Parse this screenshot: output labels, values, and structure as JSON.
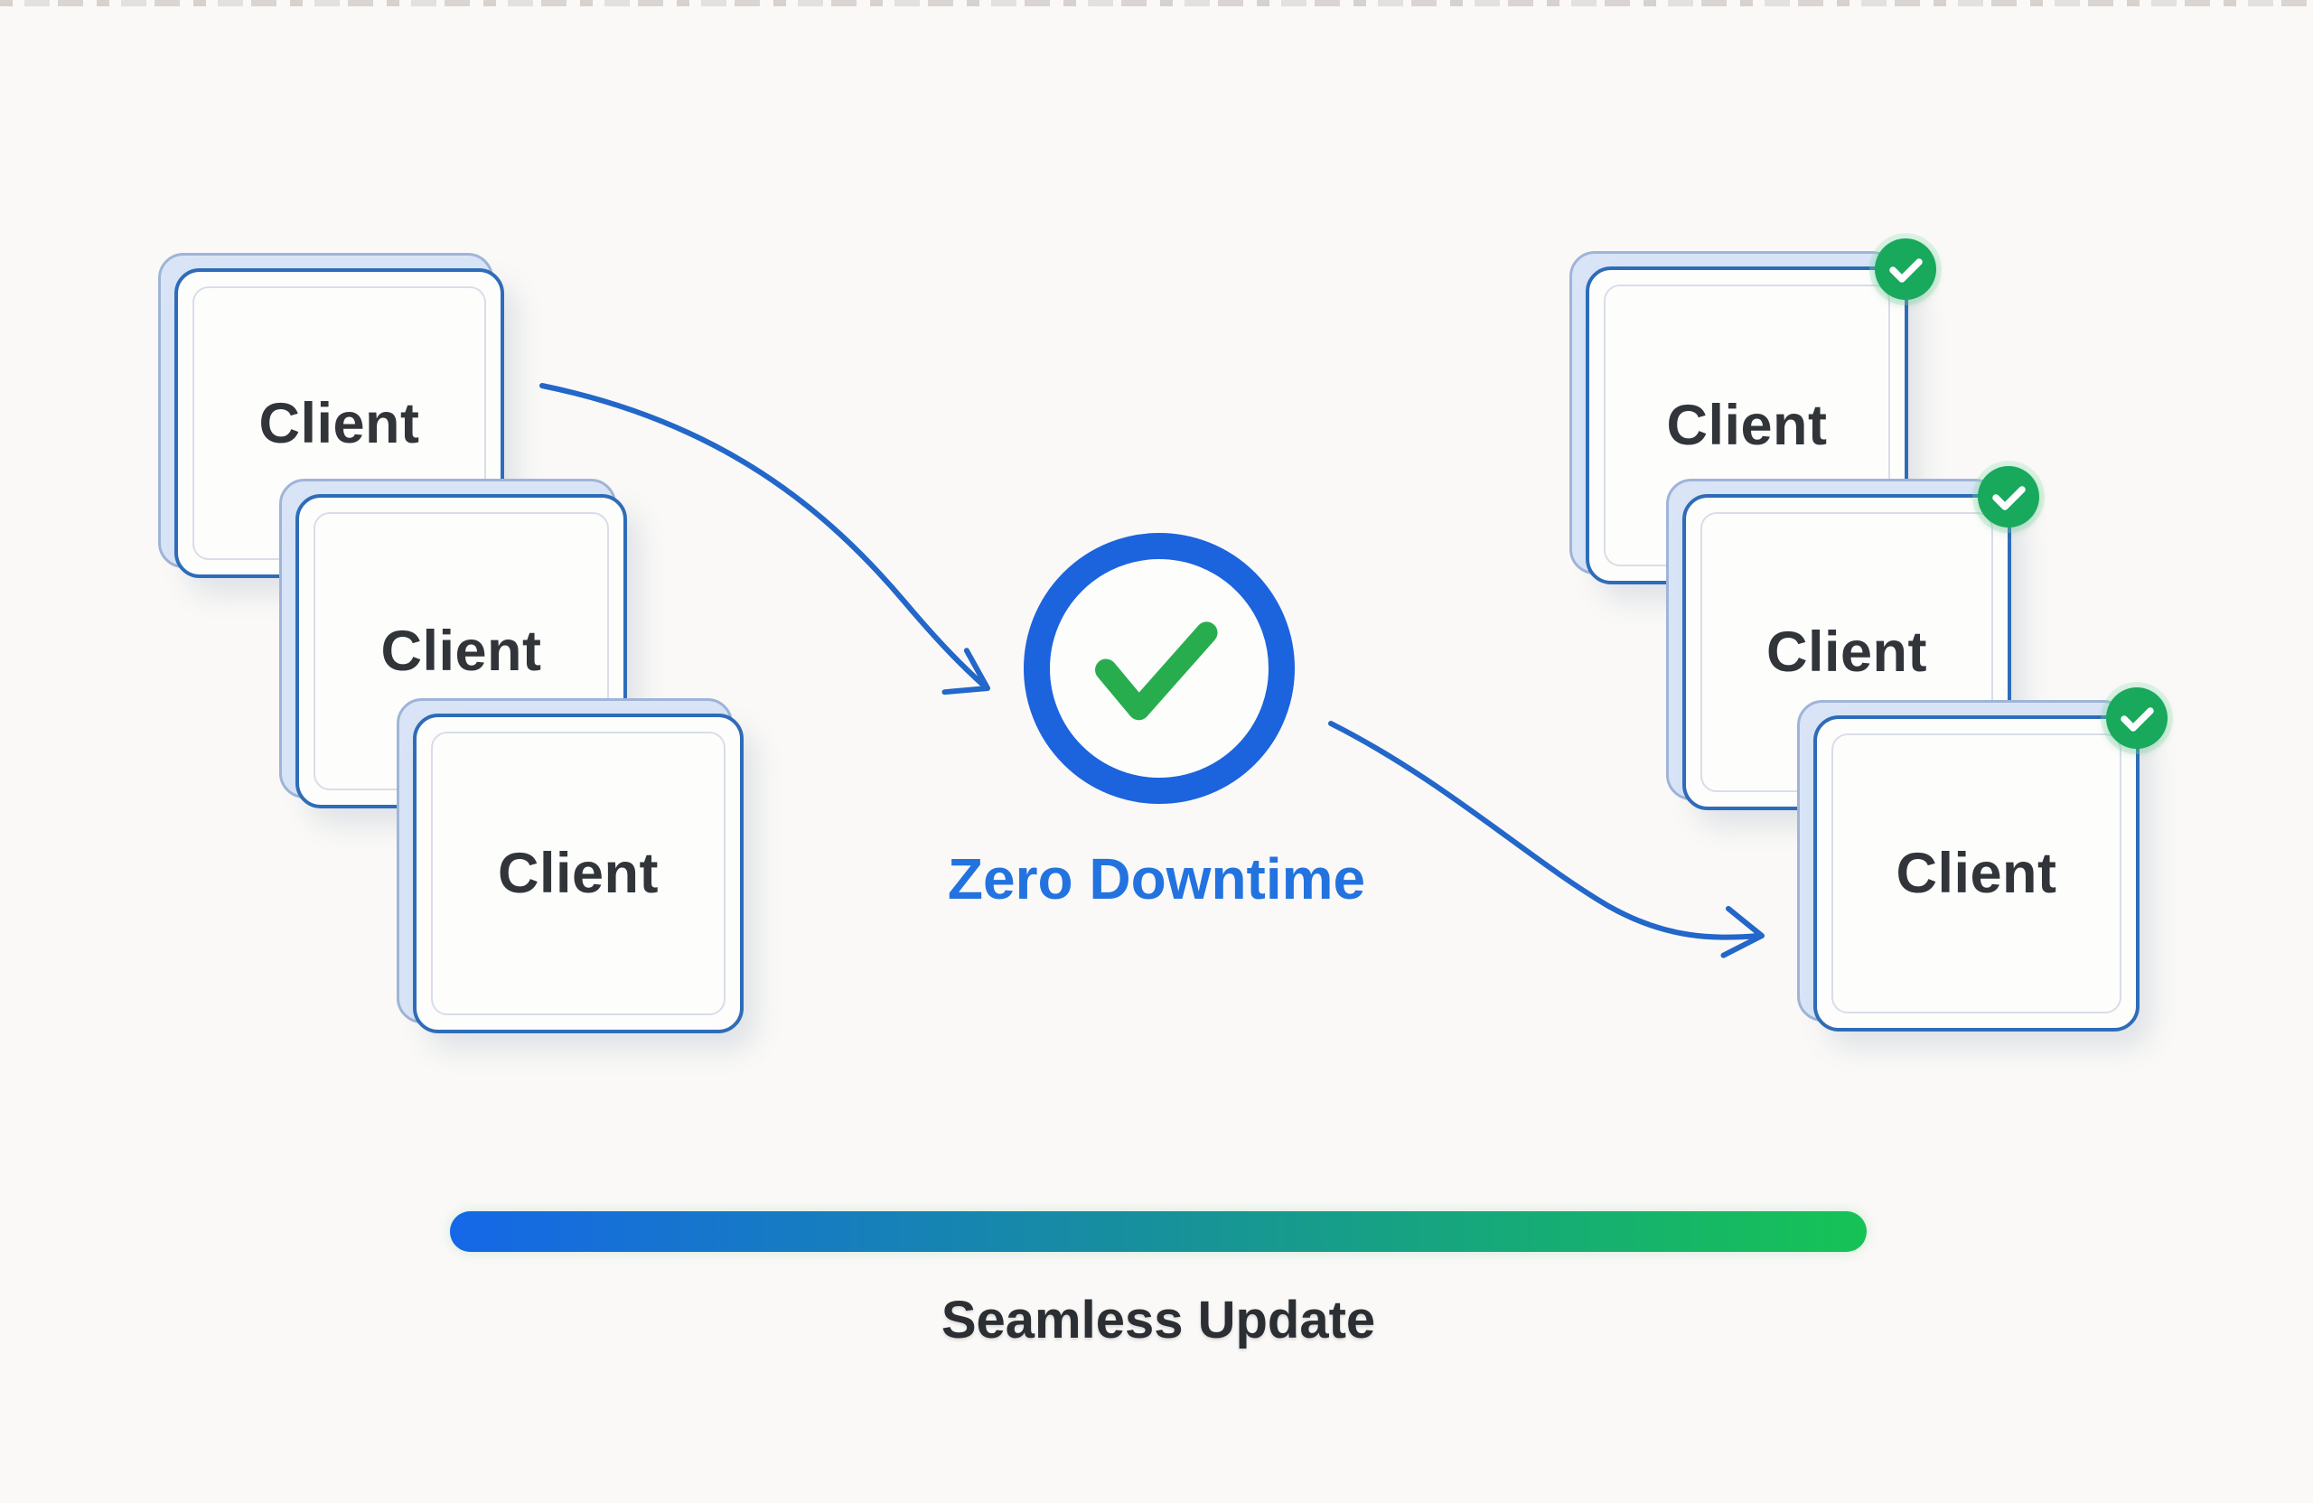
{
  "diagram": {
    "left_stack": {
      "cards": [
        {
          "label": "Client"
        },
        {
          "label": "Client"
        },
        {
          "label": "Client"
        }
      ]
    },
    "right_stack": {
      "cards": [
        {
          "label": "Client",
          "badge_icon": "check-badge-icon"
        },
        {
          "label": "Client",
          "badge_icon": "check-badge-icon"
        },
        {
          "label": "Client",
          "badge_icon": "check-badge-icon"
        }
      ]
    },
    "center": {
      "icon": "check-circle-icon",
      "caption": "Zero Downtime"
    },
    "footer": {
      "caption": "Seamless Update"
    },
    "icons": {
      "flow_left": "curved-arrow-right-icon",
      "flow_right": "curved-arrow-right-icon"
    },
    "colors": {
      "background": "#faf9f7",
      "card_border_blue": "#2e6cb8",
      "card_back_fill": "#d9e5f7",
      "ring_blue": "#1c63de",
      "check_green": "#28ad4e",
      "badge_green": "#18a95c",
      "arrow_blue": "#2267c9",
      "caption_blue": "#2273e0",
      "text_dark": "#313539",
      "bar_gradient_start": "#1567e8",
      "bar_gradient_end": "#16c355"
    }
  }
}
